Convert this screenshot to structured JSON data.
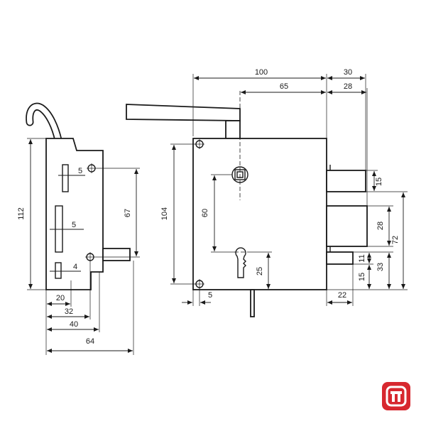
{
  "colors": {
    "line": "#1a1a1a",
    "background": "#ffffff",
    "logo": "#d7282f"
  },
  "logo": {
    "icon": "brand-logo-icon"
  },
  "side_view": {
    "overall_height": "112",
    "hole_spacing": "67",
    "top_slot_width": "5",
    "middle_slot_width": "5",
    "bottom_slot_width": "4",
    "offset_20": "20",
    "offset_32": "32",
    "offset_40": "40",
    "overall_depth": "64"
  },
  "front_view": {
    "body_width": "100",
    "bolt_throw": "30",
    "spindle_to_edge": "65",
    "bolt_depth": "28",
    "plate_height": "104",
    "spindle_to_keyhole": "60",
    "keyhole_to_bottom": "25",
    "screw_offset": "5",
    "latch_projection": "22",
    "top_bolt_height": "15",
    "middle_bolt_height": "28",
    "bolt_span": "72",
    "latch_height": "11",
    "latch_span": "33",
    "bottom_offset": "15"
  }
}
